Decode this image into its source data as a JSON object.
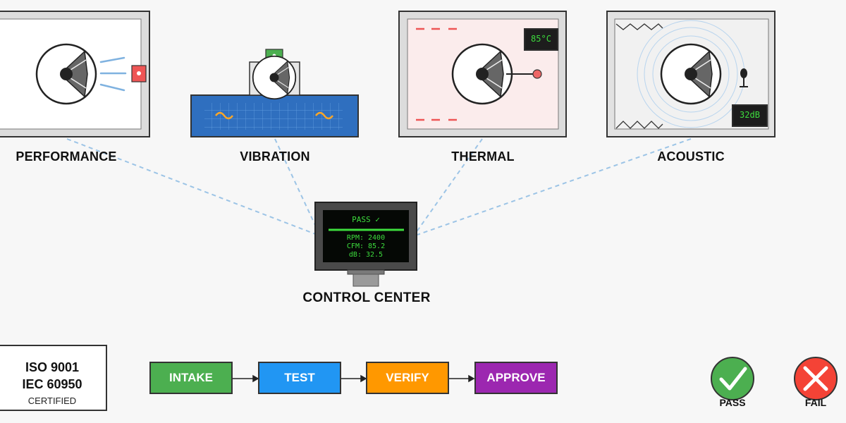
{
  "stations": [
    {
      "label": "PERFORMANCE"
    },
    {
      "label": "VIBRATION"
    },
    {
      "label": "THERMAL",
      "readout": "85°C"
    },
    {
      "label": "ACOUSTIC",
      "readout": "32dB"
    }
  ],
  "control_center": {
    "label": "CONTROL CENTER",
    "status": "PASS ✓",
    "readings": [
      "RPM: 2400",
      "CFM: 85.2",
      "dB: 32.5"
    ]
  },
  "certification": {
    "line1": "ISO 9001",
    "line2": "IEC 60950",
    "line3": "CERTIFIED"
  },
  "workflow": {
    "steps": [
      {
        "label": "INTAKE",
        "color": "#4caf50"
      },
      {
        "label": "TEST",
        "color": "#2196f3"
      },
      {
        "label": "VERIFY",
        "color": "#ff9800"
      },
      {
        "label": "APPROVE",
        "color": "#9c27b0"
      }
    ]
  },
  "results": {
    "pass_label": "PASS",
    "pass_color": "#4caf50",
    "fail_label": "FAIL",
    "fail_color": "#f44336"
  },
  "icons": [
    "fan-icon",
    "led-indicator-icon",
    "sine-wave-icon",
    "microphone-icon",
    "sensor-probe-icon",
    "check-icon",
    "cross-icon"
  ]
}
